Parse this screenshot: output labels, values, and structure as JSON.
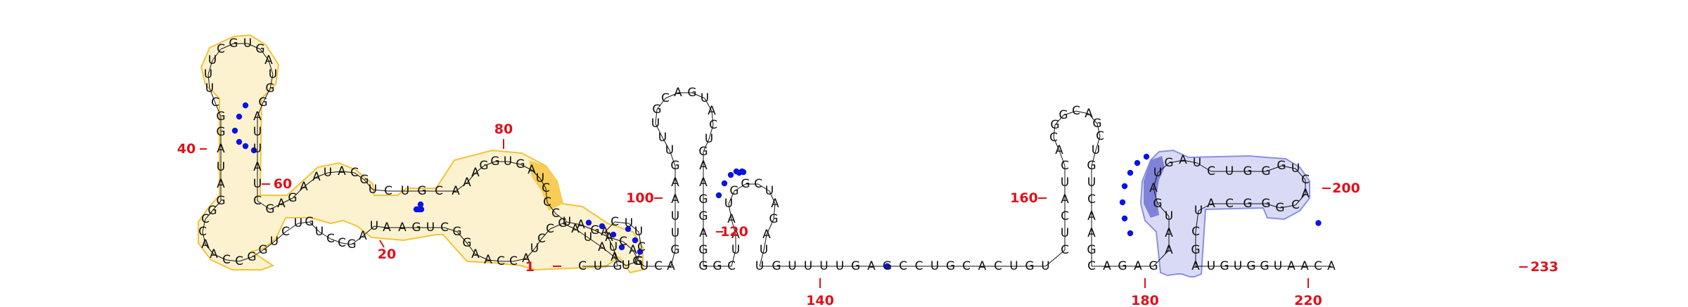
{
  "sequence": "CUGUACUUCGUAAUAGCCUACCAAGGCUGAAUAGCCUGUCUGGCCAACCGGAUAGGCUUUCGUGAUGGAUUAUCGAGAAUACGUCUGCAAAGGUGAUCCCUAGACACUCAGUUAAGUUUGCAGUACUGAAGGAGGGCUAAUGGCUAGAUUGUUUUGAGCCUGCACUGUCUCAUCACGGCAGCUGUCAAGCAGAGAAUGAUGAUCUGGGUCACGGGCAUCGAUGUGGUAACA",
  "labels": {
    "start": "1",
    "end": "233",
    "n20": "20",
    "n40": "40",
    "n60": "60",
    "n80": "80",
    "n100": "100",
    "n120": "120",
    "n140": "140",
    "n160": "160",
    "n180": "180",
    "n200": "200",
    "n220": "220"
  },
  "colors": {
    "dot": "#0a12e6",
    "numbering": "#e0101a",
    "highlight_yellow_fill": "#fdf2cf",
    "highlight_yellow_stroke": "#f2c33a",
    "highlight_yellow_dark": "#f7cd55",
    "highlight_blue_fill": "#d9dbf6",
    "highlight_blue_stroke": "#8b8fe0",
    "highlight_blue_dark": "#7e82d8"
  }
}
